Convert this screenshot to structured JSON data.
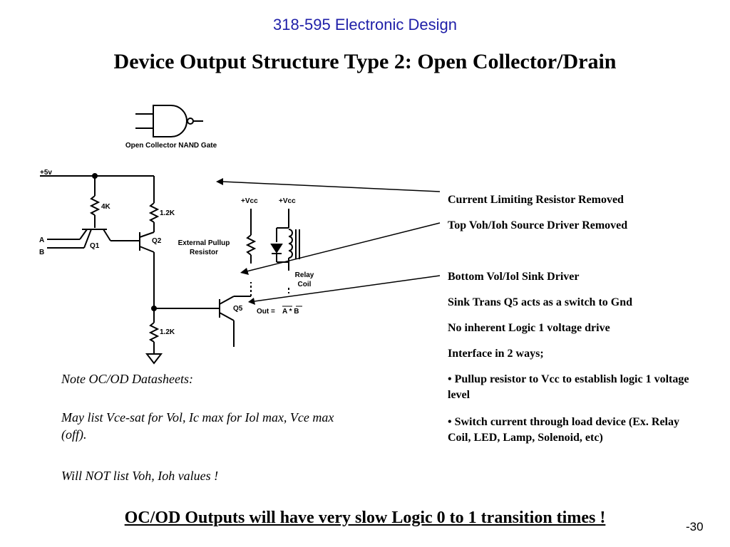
{
  "header": {
    "course": "318-595 Electronic Design",
    "title": "Device Output Structure Type 2:  Open Collector/Drain"
  },
  "diagram": {
    "gate_caption": "Open Collector NAND Gate",
    "supply": "+5v",
    "r_top": "4K",
    "r_q2": "1.2K",
    "r_bottom": "1.2K",
    "input_a": "A",
    "input_b": "B",
    "q1": "Q1",
    "q2": "Q2",
    "q5": "Q5",
    "vcc_pullup": "+Vcc",
    "vcc_relay": "+Vcc",
    "pullup_line1": "External Pullup",
    "pullup_line2": "Resistor",
    "relay_line1": "Relay",
    "relay_line2": "Coil",
    "out_label": "Out =",
    "out_expr": "A * B"
  },
  "annotations": {
    "removed_1": "Current Limiting Resistor Removed",
    "removed_2": "Top Voh/Ioh Source Driver Removed",
    "sink": [
      "Bottom Vol/Iol Sink Driver",
      "Sink Trans Q5 acts as a switch to Gnd",
      "No inherent Logic 1 voltage drive",
      "Interface in 2 ways;",
      "• Pullup resistor to Vcc to establish logic 1 voltage level",
      "• Switch current through load device (Ex. Relay Coil, LED, Lamp, Solenoid, etc)"
    ]
  },
  "note": {
    "heading": "Note OC/OD Datasheets:",
    "line1": "May list Vce-sat for Vol, Ic max for Iol max, Vce max (off).",
    "line2": "Will NOT list Voh, Ioh values !"
  },
  "footer": {
    "text": "OC/OD Outputs will have very slow Logic 0 to 1 transition times !",
    "page": "-30"
  }
}
